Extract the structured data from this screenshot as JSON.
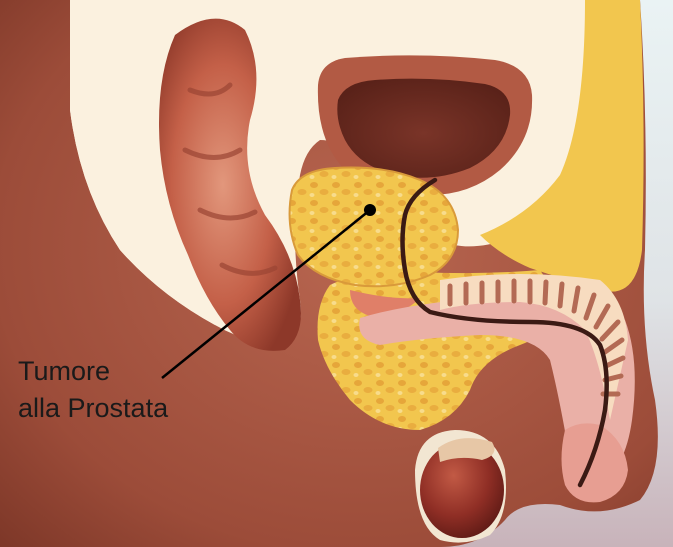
{
  "illustration": {
    "subject": "sagittal-section-male-pelvis",
    "callout": {
      "line1": "Tumore",
      "line2": "alla Prostata"
    }
  },
  "colors": {
    "background_top": "#e6f1f2",
    "background_bottom": "#c9b5bc",
    "skin": "#a4533e",
    "skin_dark": "#7c3a2a",
    "pale_tissue": "#fbf1df",
    "fat_yellow": "#f2c64e",
    "fat_light": "#f7db86",
    "prostate": "#f1c957",
    "bladder_wall": "#b25a44",
    "bladder_inner": "#6e2e24",
    "rectum": "#c9684f",
    "rectum_dark": "#8f3a2c",
    "pink_tissue": "#eab0a7",
    "testis": "#8f2e25",
    "urethra": "#3b1a14",
    "leader_line": "#000000"
  }
}
